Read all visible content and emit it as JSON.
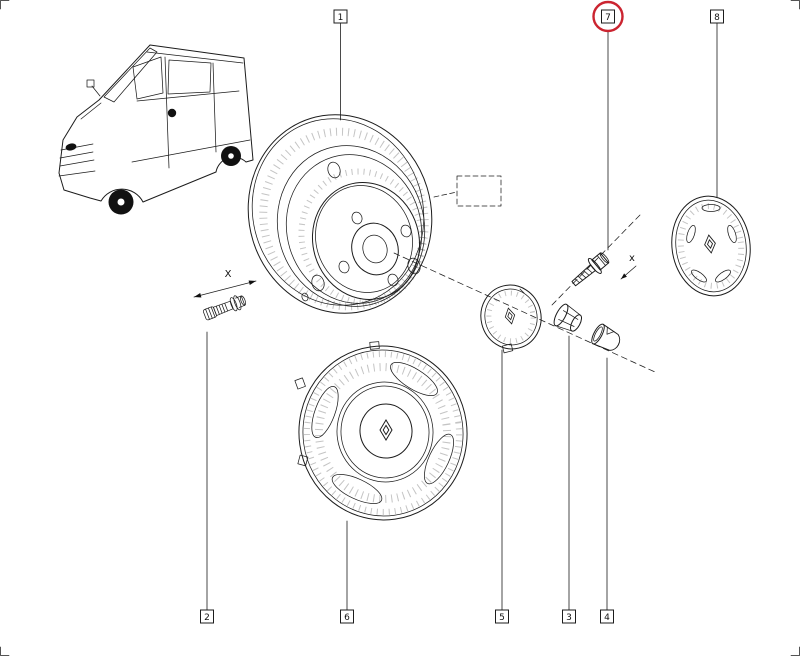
{
  "page": {
    "type": "exploded-parts-diagram",
    "subject": "van wheel assembly"
  },
  "callouts": {
    "c1": {
      "label": "1"
    },
    "c2": {
      "label": "2"
    },
    "c3": {
      "label": "3"
    },
    "c4": {
      "label": "4"
    },
    "c5": {
      "label": "5"
    },
    "c6": {
      "label": "6"
    },
    "c7": {
      "label": "7",
      "highlighted": true
    },
    "c8": {
      "label": "8"
    }
  },
  "dimensions": {
    "valve_label": "X",
    "bolt_label": "x"
  },
  "colors": {
    "line": "#1c1c1c",
    "highlight": "#cb2430",
    "background": "#ffffff"
  }
}
